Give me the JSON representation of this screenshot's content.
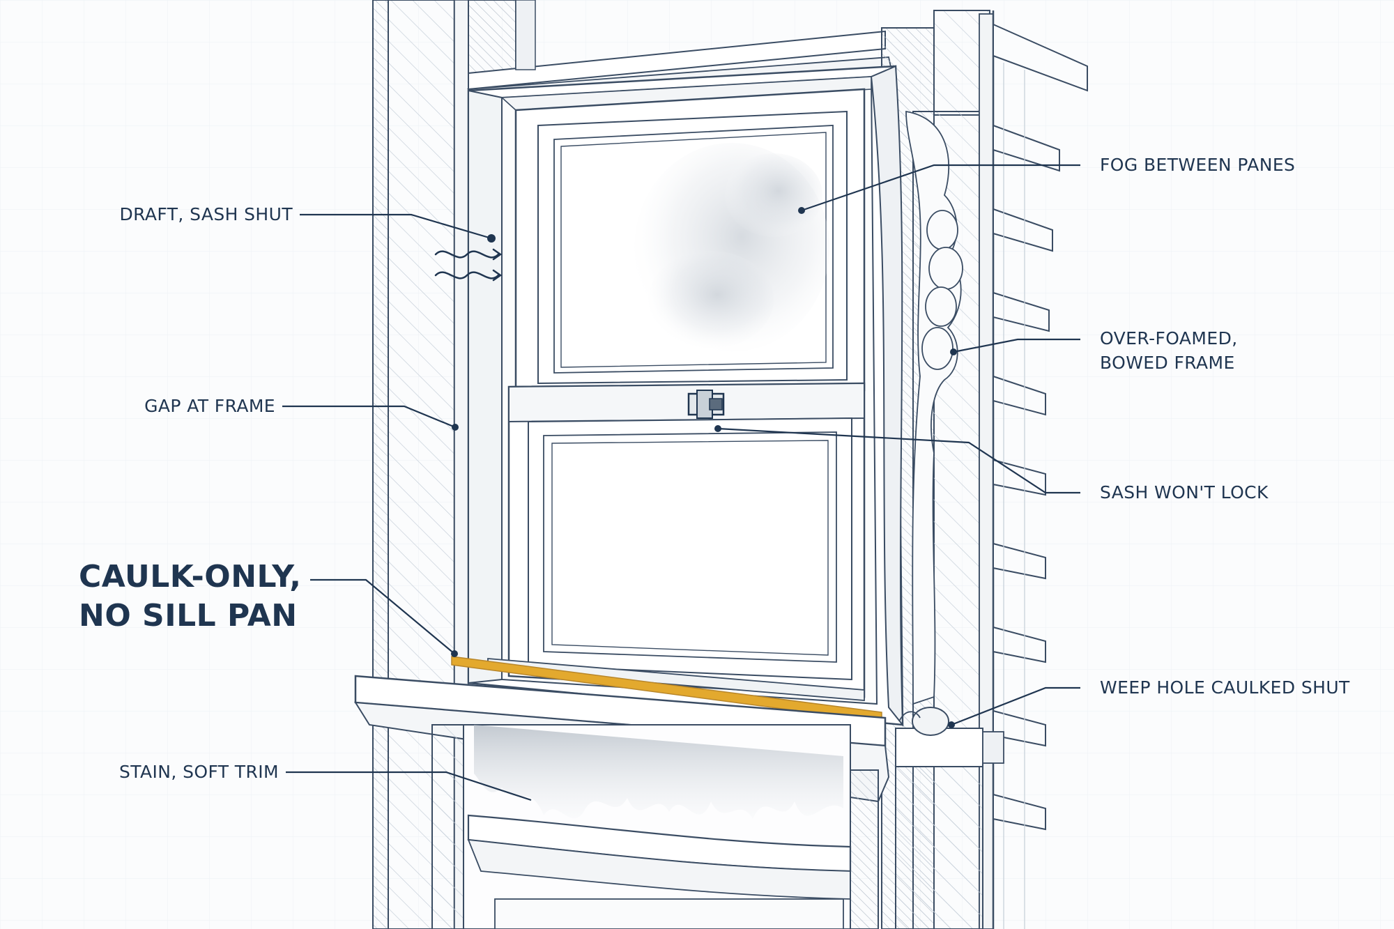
{
  "colors": {
    "ink": "#1f3550",
    "line": "#3a4c63",
    "caulk": "#e3a92e",
    "paper": "#fbfcfd",
    "grid": "#eef2f6"
  },
  "labels": {
    "draft": "DRAFT, SASH SHUT",
    "gap": "GAP AT FRAME",
    "caulk_line1": "CAULK-ONLY,",
    "caulk_line2": "NO SILL PAN",
    "stain": "STAIN, SOFT TRIM",
    "fog": "FOG BETWEEN PANES",
    "foam_line1": "OVER-FOAMED,",
    "foam_line2": "BOWED FRAME",
    "lock": "SASH WON'T LOCK",
    "weep": "WEEP HOLE CAULKED SHUT"
  }
}
